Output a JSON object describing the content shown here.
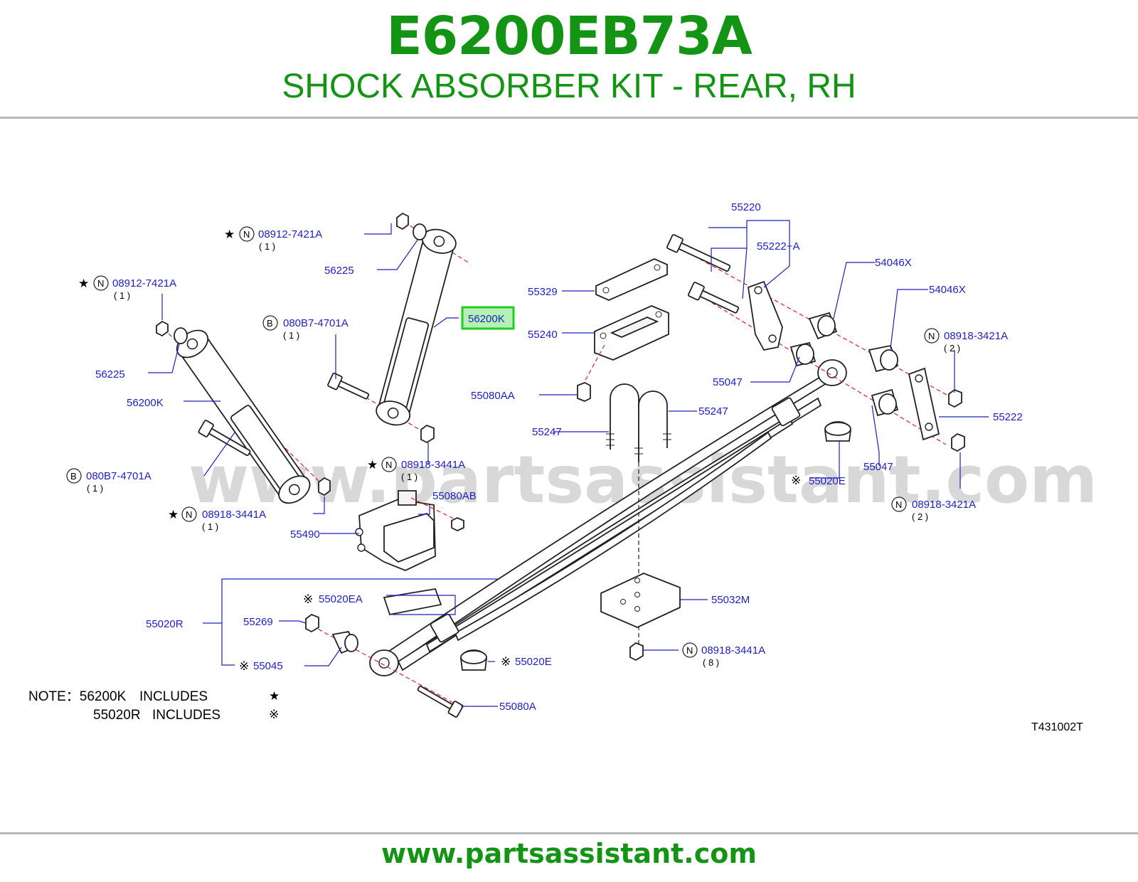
{
  "header": {
    "part_number": "E6200EB73A",
    "description": "SHOCK ABSORBER KIT - REAR, RH"
  },
  "footer": {
    "url": "www.partsassistant.com"
  },
  "watermark": "www.partsassistant.com",
  "colors": {
    "brand_green": "#149414",
    "callout_blue": "#1f1fbf",
    "highlight_green": "#22cc22",
    "centerline_red": "#e02020"
  },
  "callouts": {
    "c_08912_top_num": "08912-7421A",
    "c_08912_top_qty": "( 1 )",
    "c_08912_left_num": "08912-7421A",
    "c_08912_left_qty": "( 1 )",
    "c_56225_a": "56225",
    "c_56225_b": "56225",
    "c_56200k_highlight": "56200K",
    "c_56200k_left": "56200K",
    "c_080b7_a_num": "080B7-4701A",
    "c_080b7_a_qty": "( 1 )",
    "c_080b7_b_num": "080B7-4701A",
    "c_080b7_b_qty": "( 1 )",
    "c_08918_3441_a_num": "08918-3441A",
    "c_08918_3441_a_qty": "( 1 )",
    "c_08918_3441_b_num": "08918-3441A",
    "c_08918_3441_b_qty": "( 1 )",
    "c_08918_3441_c_num": "08918-3441A",
    "c_08918_3441_c_qty": "( 8 )",
    "c_55080ab": "55080AB",
    "c_55490": "55490",
    "c_55020r": "55020R",
    "c_55020ea": "55020EA",
    "c_55269": "55269",
    "c_55045": "55045",
    "c_55020e_a": "55020E",
    "c_55020e_b": "55020E",
    "c_55080a": "55080A",
    "c_55080aa": "55080AA",
    "c_55329": "55329",
    "c_55240": "55240",
    "c_55247_a": "55247",
    "c_55247_b": "55247",
    "c_55220": "55220",
    "c_55222a": "55222+A",
    "c_54046x_a": "54046X",
    "c_54046x_b": "54046X",
    "c_55047_a": "55047",
    "c_55047_b": "55047",
    "c_08918_3421_a_num": "08918-3421A",
    "c_08918_3421_a_qty": "( 2 )",
    "c_08918_3421_b_num": "08918-3421A",
    "c_08918_3421_b_qty": "( 2 )",
    "c_55222": "55222",
    "c_55032m": "55032M"
  },
  "badges": {
    "n": "N",
    "b": "B"
  },
  "symbols": {
    "star": "★",
    "kome": "※"
  },
  "notes": {
    "line1_prefix": "NOTE：56200K",
    "line1_includes": "INCLUDES",
    "line2_prefix": "55020R",
    "line2_includes": "INCLUDES"
  },
  "diagram_code": "T431002T"
}
